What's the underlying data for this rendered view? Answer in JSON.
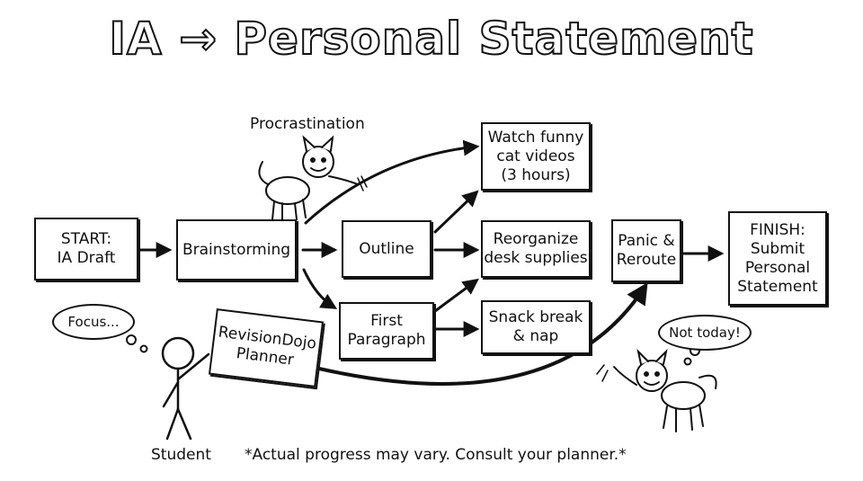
{
  "title": "IA → Personal Statement",
  "nodes": {
    "start": "START:\nIA Draft",
    "brainstorming": "Brainstorming",
    "outline": "Outline",
    "first_paragraph": "First\nParagraph",
    "cat_videos": "Watch funny\ncat videos\n(3 hours)",
    "desk_supplies": "Reorganize\ndesk supplies",
    "snack_break": "Snack break\n& nap",
    "panic": "Panic &\nReroute",
    "finish": "FINISH:\nSubmit\nPersonal\nStatement",
    "planner": "RevisionDojo\nPlanner"
  },
  "labels": {
    "procrastination": "Procrastination",
    "student": "Student",
    "disclaimer": "*Actual progress may vary. Consult your planner.*"
  },
  "bubbles": {
    "focus": "Focus...",
    "not_today": "Not today!"
  },
  "icons": [
    "cat-devil-icon",
    "stick-figure-icon",
    "thought-bubble-icon",
    "arrow-icon"
  ]
}
